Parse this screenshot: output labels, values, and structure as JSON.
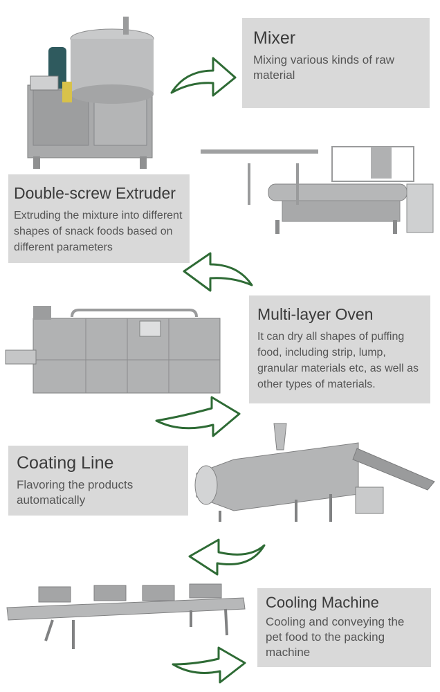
{
  "steps": [
    {
      "title": "Mixer",
      "desc": "Mixing various kinds of raw material",
      "icon": "mixer-machine-icon"
    },
    {
      "title": "Double-screw  Extruder",
      "desc": "Extruding the mixture into different shapes of snack foods based on different parameters",
      "icon": "extruder-machine-icon"
    },
    {
      "title": "Multi-layer Oven",
      "desc": "It can dry all shapes of puffing food, including strip, lump, granular materials etc, as well as other types of materials.",
      "icon": "oven-machine-icon"
    },
    {
      "title": "Coating Line",
      "desc": "Flavoring the products automatically",
      "icon": "coating-line-icon"
    },
    {
      "title": "Cooling Machine",
      "desc": "Cooling and conveying the pet food to the packing machine",
      "icon": "cooling-conveyor-icon"
    }
  ],
  "colors": {
    "box": "#d9d9d9",
    "arrow_stroke": "#2e6b35",
    "arrow_fill": "#ffffff",
    "metal": "#a9aaab"
  }
}
